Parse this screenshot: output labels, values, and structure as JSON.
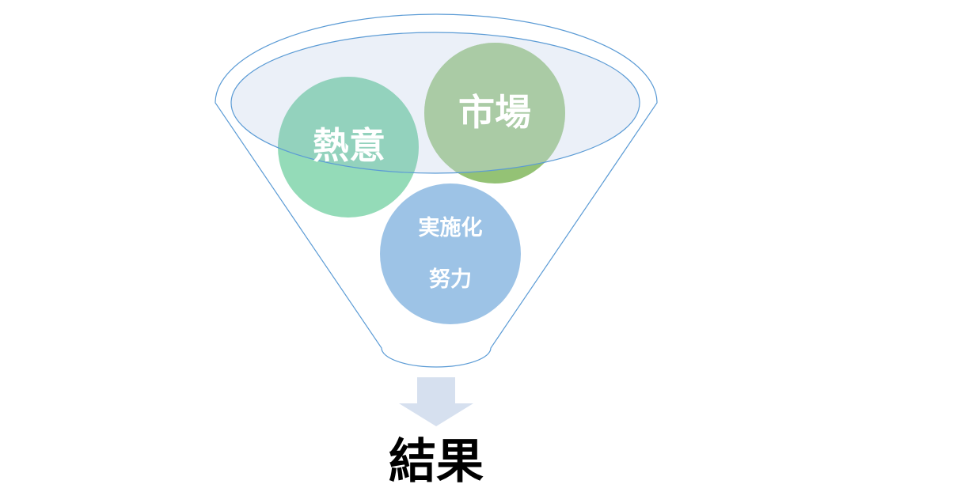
{
  "circles": {
    "passion": {
      "label": "熱意",
      "color": "#3dbd7d"
    },
    "market": {
      "label": "市場",
      "color": "#70ad47"
    },
    "execution": {
      "label_line1": "実施化",
      "label_line2": "努力",
      "color": "#9dc3e6"
    }
  },
  "result": {
    "label": "結果"
  },
  "colors": {
    "funnel_stroke": "#5b9bd5",
    "funnel_top_fill": "#dae3f3",
    "arrow_fill": "#d6e0ef"
  }
}
